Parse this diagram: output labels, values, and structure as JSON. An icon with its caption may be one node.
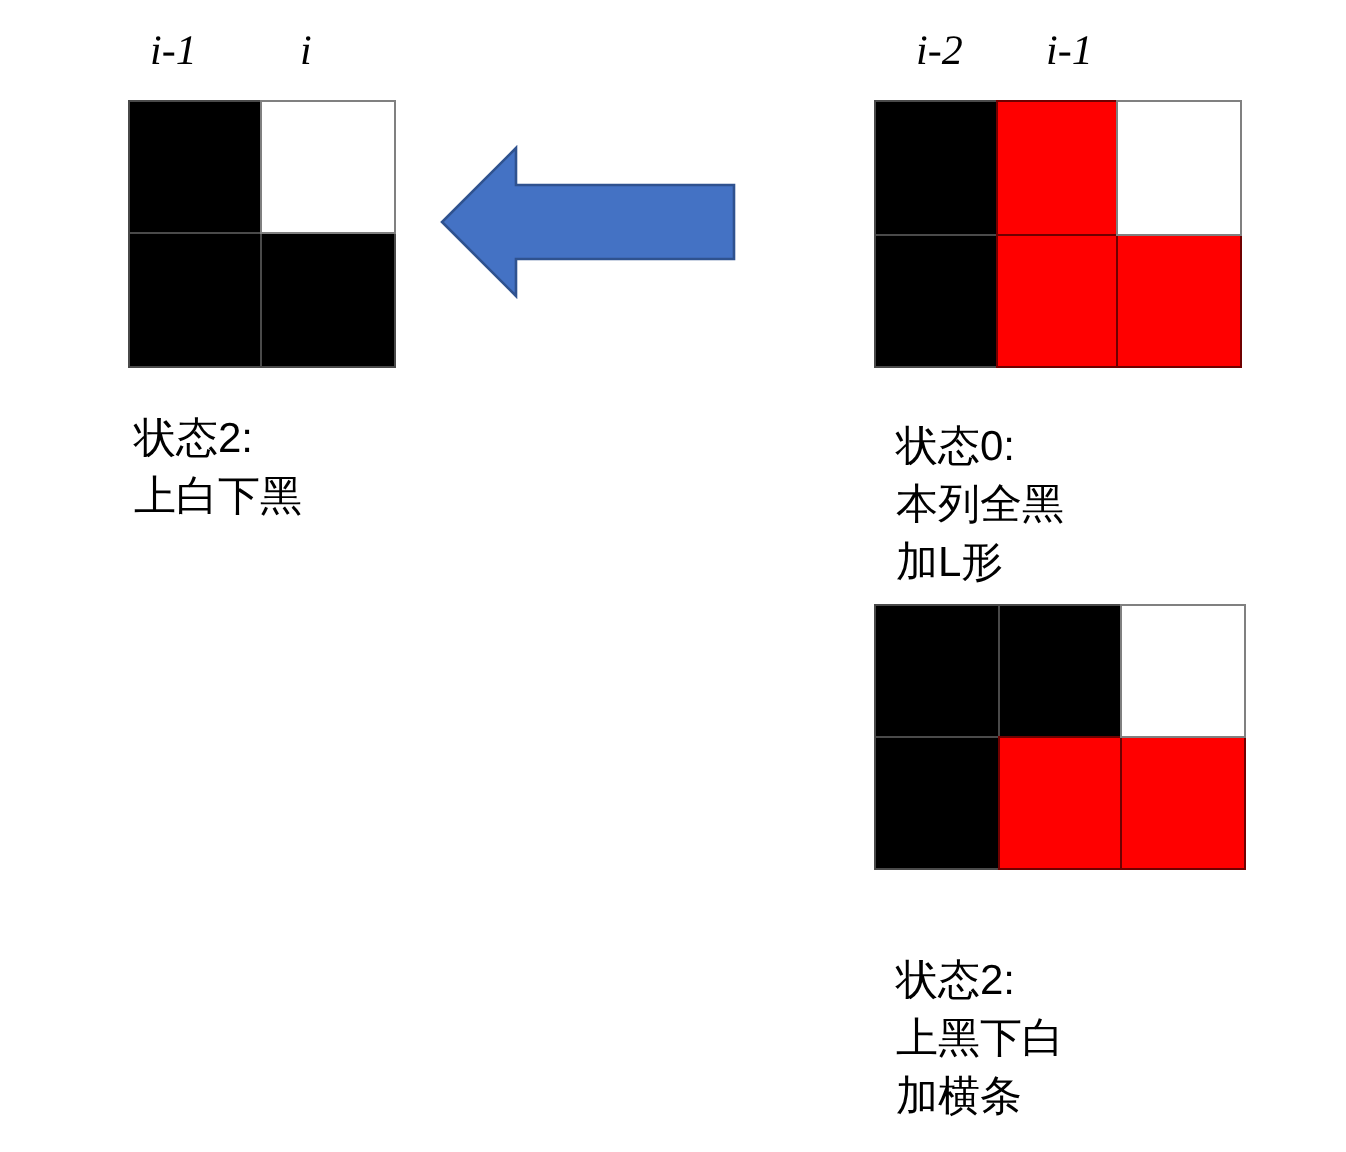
{
  "diagram": {
    "nodes": [
      {
        "text": [
          "i-1",
          "i"
        ],
        "beside": [
          "状态2:上白下黑"
        ]
      },
      {
        "text": [
          "i-2",
          "i-1"
        ]
      },
      {
        "text": [],
        "shape": "box",
        "beside": [
          "状态2:上黑下白加横条"
        ]
      }
    ],
    "edges": [
      {
        "from": 1,
        "to": 0,
        "arrow": "to",
        "color": "#4472c4"
      }
    ],
    "labels": [
      "状态0:本列全黑加L形"
    ]
  }
}
